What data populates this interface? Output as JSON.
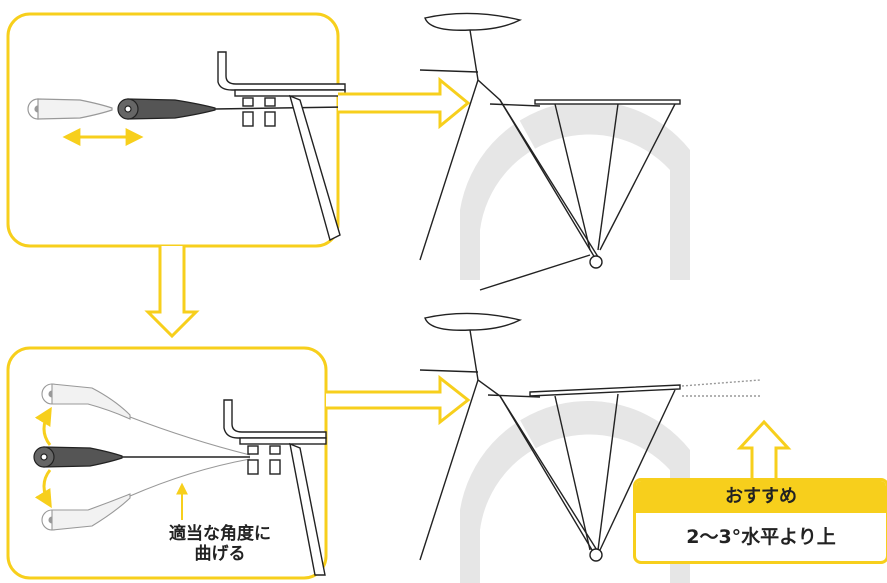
{
  "colors": {
    "accent_yellow": "#f7cf1c",
    "line_dark": "#222222",
    "tire_gray": "#e6e6e6"
  },
  "labels": {
    "bend_instruction": "適当な角度に\n曲げる",
    "recommend_title": "おすすめ",
    "recommend_value": "2〜3°水平より上"
  },
  "icons": [
    "double-arrow-horizontal",
    "curved-arrow-up",
    "curved-arrow-down",
    "arrow-down-outline",
    "arrow-right-outline",
    "arrow-up-outline"
  ]
}
